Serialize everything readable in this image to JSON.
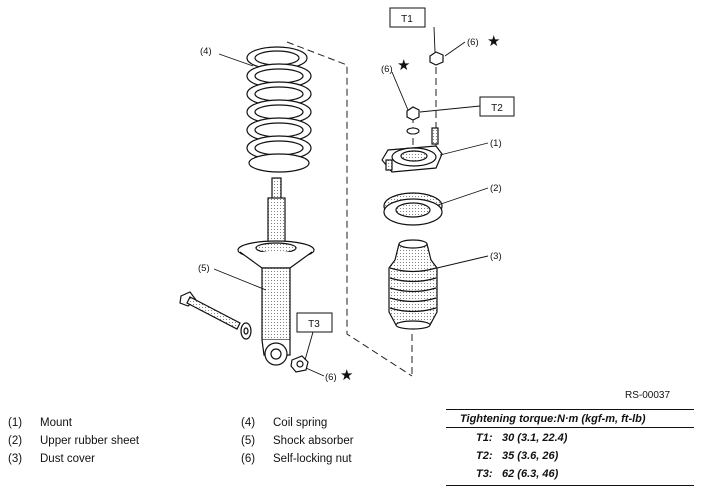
{
  "callouts": {
    "c1": "(1)",
    "c2": "(2)",
    "c3": "(3)",
    "c4": "(4)",
    "c5": "(5)",
    "c6a": "(6)",
    "c6b": "(6)",
    "c6c": "(6)",
    "star": "★"
  },
  "torque_boxes": {
    "t1": "T1",
    "t2": "T2",
    "t3": "T3"
  },
  "figure_id": "RS-00037",
  "legend": [
    {
      "num": "(1)",
      "label": "Mount"
    },
    {
      "num": "(2)",
      "label": "Upper rubber sheet"
    },
    {
      "num": "(3)",
      "label": "Dust cover"
    },
    {
      "num": "(4)",
      "label": "Coil spring"
    },
    {
      "num": "(5)",
      "label": "Shock absorber"
    },
    {
      "num": "(6)",
      "label": "Self-locking nut"
    }
  ],
  "torque": {
    "title": "Tightening torque:N·m (kgf-m, ft-lb)",
    "rows": [
      {
        "key": "T1:",
        "value": "30 (3.1, 22.4)"
      },
      {
        "key": "T2:",
        "value": "35 (3.6, 26)"
      },
      {
        "key": "T3:",
        "value": "62 (6.3, 46)"
      }
    ]
  }
}
